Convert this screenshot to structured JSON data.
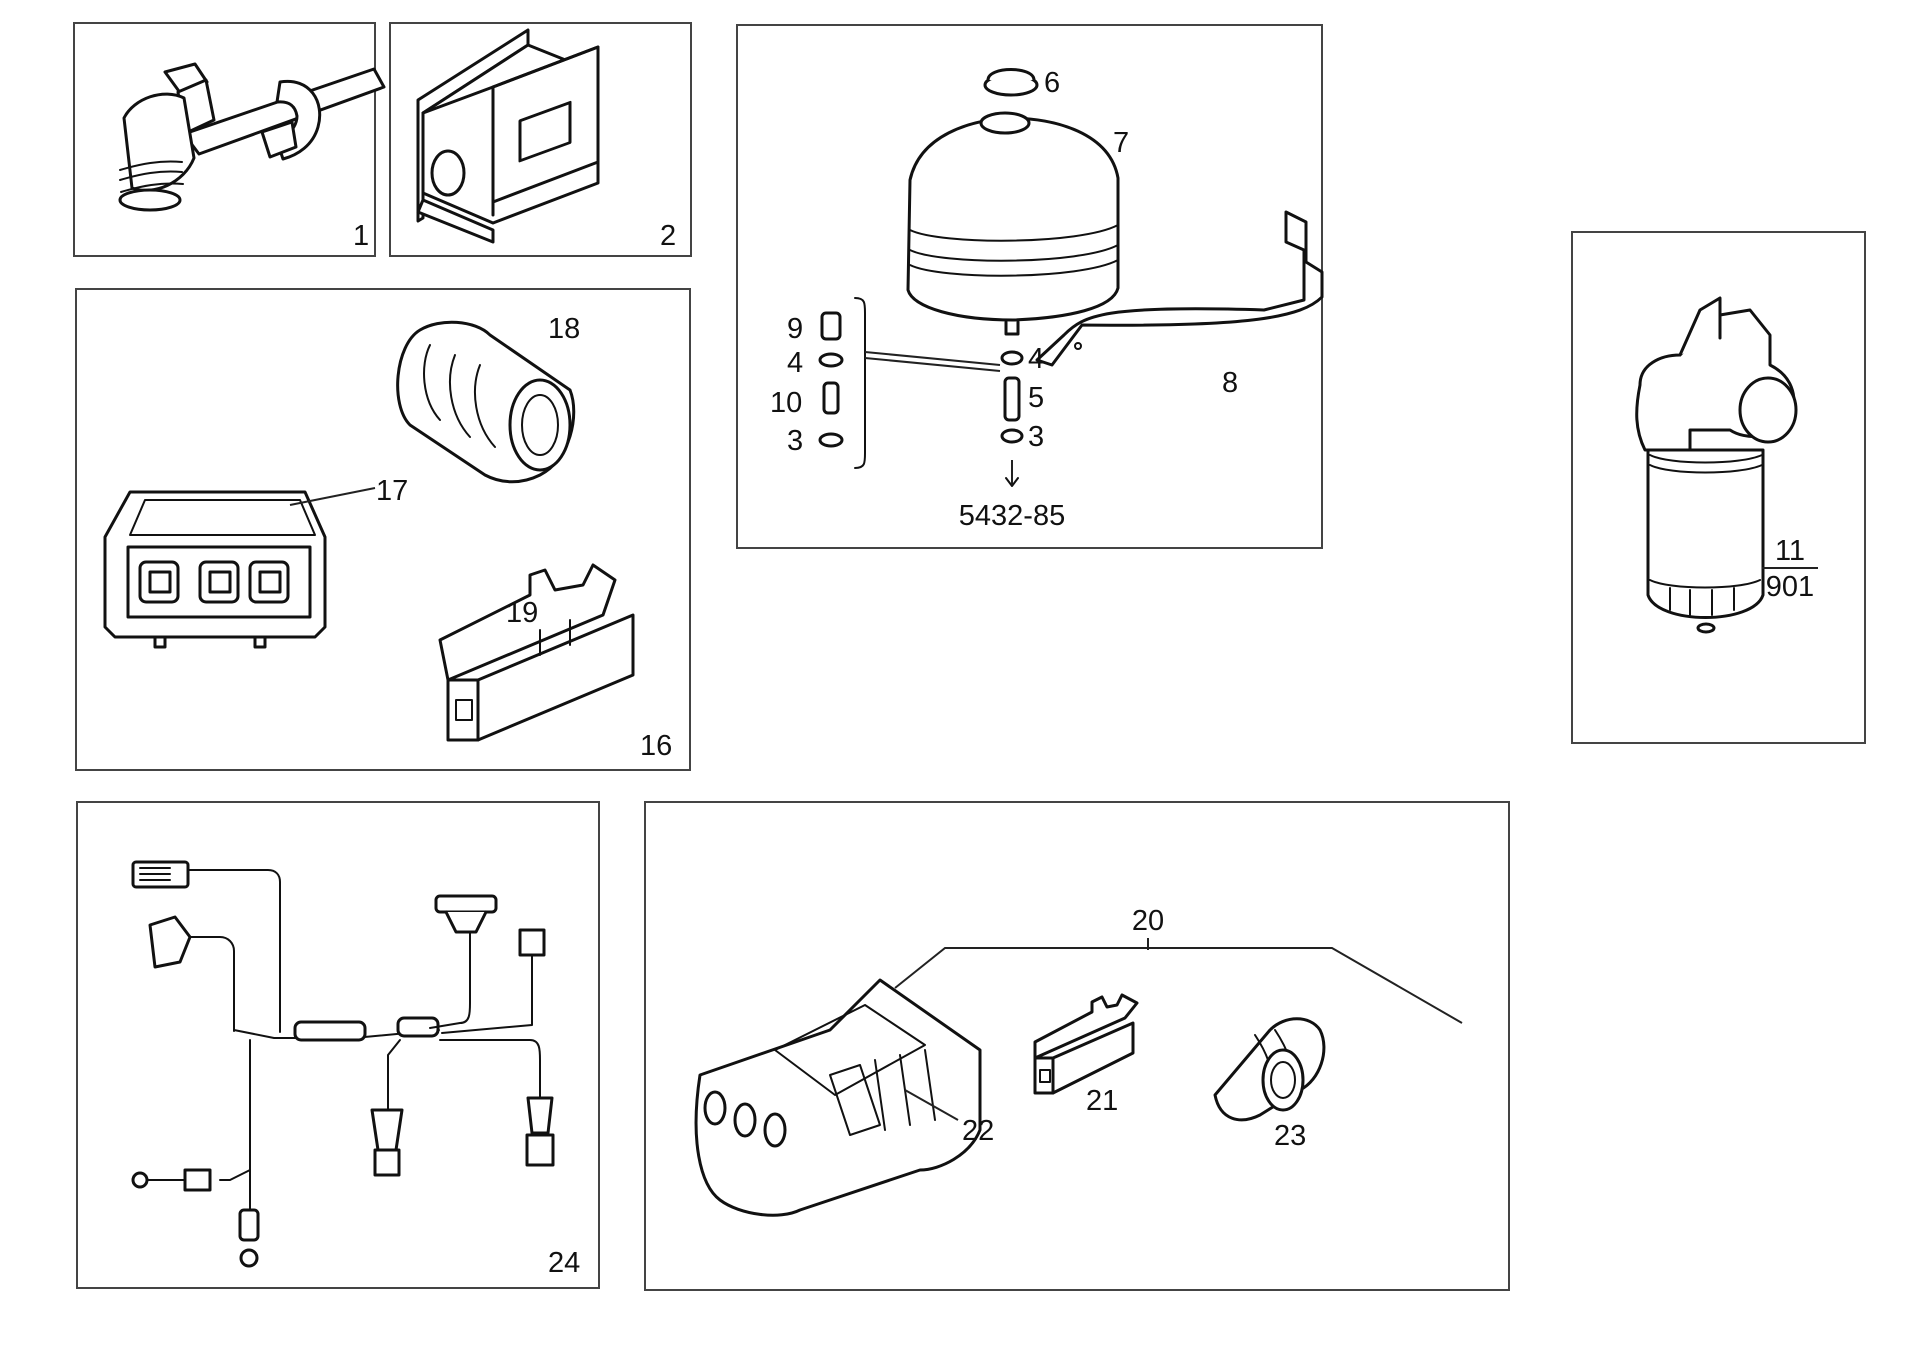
{
  "labels": {
    "p1": "1",
    "p2": "2",
    "p3a": "3",
    "p3b": "3",
    "p4a": "4",
    "p4b": "4",
    "p5": "5",
    "p6": "6",
    "p7": "7",
    "p8": "8",
    "p9": "9",
    "p10": "10",
    "p11_num": "11",
    "p11_den": "901",
    "p16": "16",
    "p17": "17",
    "p18": "18",
    "p19": "19",
    "p20": "20",
    "p21": "21",
    "p22": "22",
    "p23": "23",
    "p24": "24",
    "ref": "5432-85"
  }
}
